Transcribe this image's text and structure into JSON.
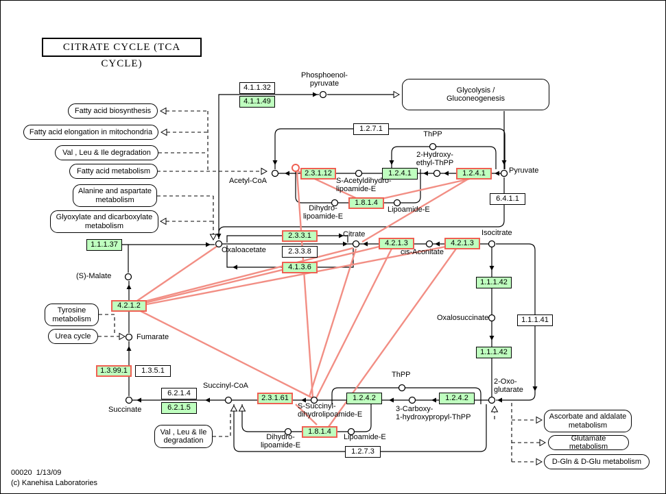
{
  "title": "CITRATE CYCLE (TCA CYCLE)",
  "footer": {
    "map_id": "00020  1/13/09",
    "copyright": "(c) Kanehisa Laboratories"
  },
  "colors": {
    "enzyme_green": "#bfffbf",
    "highlight_red": "#ef5f52",
    "highlight_line": "#f28e84",
    "edge_black": "#000000",
    "background": "#ffffff"
  },
  "pathway_links": [
    {
      "label": "Fatty acid biosynthesis"
    },
    {
      "label": "Fatty acid elongation in mitochondria"
    },
    {
      "label": "Val , Leu & Ile degradation"
    },
    {
      "label": "Fatty acid metabolism"
    },
    {
      "label": "Alanine and aspartate\nmetabolism"
    },
    {
      "label": "Glyoxylate and dicarboxylate\nmetabolism"
    },
    {
      "label": "Glycolysis /\nGluconeogenesis"
    },
    {
      "label": "Tyrosine\nmetabolism"
    },
    {
      "label": "Urea cycle"
    },
    {
      "label": "Val , Leu & Ile\ndegradation"
    },
    {
      "label": "Ascorbate and aldalate\nmetabolism"
    },
    {
      "label": "Glutamate metabolism"
    },
    {
      "label": "D-Gln & D-Glu metabolism"
    }
  ],
  "enzymes": [
    {
      "ec": "4.1.1.32",
      "status": "white"
    },
    {
      "ec": "4.1.1.49",
      "status": "green"
    },
    {
      "ec": "1.2.7.1",
      "status": "white"
    },
    {
      "ec": "2.3.1.12",
      "status": "green-highlighted"
    },
    {
      "ec": "1.2.4.1",
      "status": "green"
    },
    {
      "ec": "1.2.4.1",
      "status": "green-highlighted"
    },
    {
      "ec": "6.4.1.1",
      "status": "white"
    },
    {
      "ec": "1.8.1.4",
      "status": "green-highlighted"
    },
    {
      "ec": "1.1.1.37",
      "status": "green"
    },
    {
      "ec": "2.3.3.1",
      "status": "green-highlighted"
    },
    {
      "ec": "2.3.3.8",
      "status": "white"
    },
    {
      "ec": "4.1.3.6",
      "status": "green-highlighted"
    },
    {
      "ec": "4.2.1.3",
      "status": "green-highlighted"
    },
    {
      "ec": "4.2.1.3",
      "status": "green-highlighted"
    },
    {
      "ec": "1.1.1.42",
      "status": "green"
    },
    {
      "ec": "1.1.1.41",
      "status": "white"
    },
    {
      "ec": "1.1.1.42",
      "status": "green"
    },
    {
      "ec": "4.2.1.2",
      "status": "green-highlighted"
    },
    {
      "ec": "1.3.99.1",
      "status": "green-highlighted"
    },
    {
      "ec": "1.3.5.1",
      "status": "white"
    },
    {
      "ec": "6.2.1.4",
      "status": "white"
    },
    {
      "ec": "6.2.1.5",
      "status": "green"
    },
    {
      "ec": "2.3.1.61",
      "status": "green-highlighted"
    },
    {
      "ec": "1.2.4.2",
      "status": "green"
    },
    {
      "ec": "1.2.4.2",
      "status": "green"
    },
    {
      "ec": "1.8.1.4",
      "status": "green-highlighted"
    },
    {
      "ec": "1.2.7.3",
      "status": "white"
    }
  ],
  "compounds": [
    {
      "label": "Phosphoenol-\npyruvate"
    },
    {
      "label": "ThPP"
    },
    {
      "label": "2-Hydroxy-\nethyl-ThPP"
    },
    {
      "label": "Pyruvate"
    },
    {
      "label": "Acetyl-CoA"
    },
    {
      "label": "S-Acetyldihydro-\nlipoamide-E"
    },
    {
      "label": "Dihydro-\nlipoamide-E"
    },
    {
      "label": "Lipoamide-E"
    },
    {
      "label": "Citrate"
    },
    {
      "label": "Oxaloacetate"
    },
    {
      "label": "cis-Aconitate"
    },
    {
      "label": "Isocitrate"
    },
    {
      "label": "(S)-Malate"
    },
    {
      "label": "Fumarate"
    },
    {
      "label": "Oxalosuccinate"
    },
    {
      "label": "Succinate"
    },
    {
      "label": "Succinyl-CoA"
    },
    {
      "label": "S-Succinyl-\ndihydrolipoamide-E"
    },
    {
      "label": "ThPP"
    },
    {
      "label": "3-Carboxy-\n1-hydroxypropyl-ThPP"
    },
    {
      "label": "2-Oxo-\nglutarate"
    },
    {
      "label": "Dihydro-\nlipoamide-E"
    },
    {
      "label": "Lipoamide-E"
    }
  ]
}
